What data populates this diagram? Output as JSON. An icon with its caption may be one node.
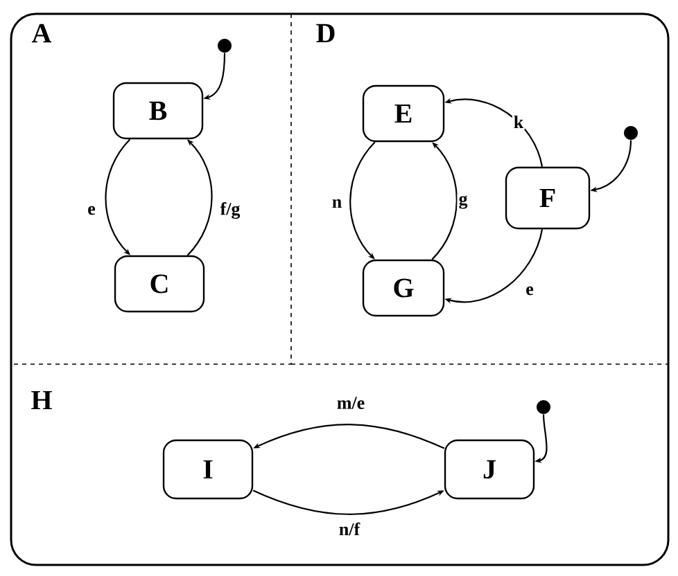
{
  "diagram": {
    "nodes": [
      {
        "text": [
          "A"
        ]
      },
      {
        "text": [],
        "shape": "circle",
        "in": 0
      },
      {
        "text": [
          "B"
        ],
        "in": 0
      },
      {
        "text": [
          "C"
        ],
        "in": 0
      },
      {
        "text": [
          "D"
        ]
      },
      {
        "text": [
          "E"
        ],
        "in": 4
      },
      {
        "text": [],
        "shape": "circle",
        "in": 4
      },
      {
        "text": [
          "F"
        ],
        "in": 4
      },
      {
        "text": [
          "G"
        ],
        "in": 4
      },
      {
        "text": [
          "H"
        ]
      },
      {
        "text": [],
        "shape": "circle",
        "in": 9
      },
      {
        "text": [
          "I"
        ],
        "in": 9
      },
      {
        "text": [
          "J"
        ],
        "in": 9
      }
    ],
    "edges": [
      {
        "from": 1,
        "to": 2,
        "arrow": "to"
      },
      {
        "from": 2,
        "to": 3,
        "label": "e",
        "arrow": "to"
      },
      {
        "from": 3,
        "to": 2,
        "label": "f/g",
        "arrow": "to"
      },
      {
        "from": 7,
        "to": 5,
        "label": "k",
        "arrow": "to"
      },
      {
        "from": 6,
        "to": 7,
        "arrow": "to"
      },
      {
        "from": 5,
        "to": 8,
        "label": "n",
        "arrow": "to"
      },
      {
        "from": 8,
        "to": 5,
        "label": "g",
        "arrow": "to"
      },
      {
        "from": 7,
        "to": 8,
        "label": "e",
        "arrow": "to"
      },
      {
        "from": 10,
        "to": 12,
        "arrow": "to"
      },
      {
        "from": 12,
        "to": 11,
        "label": "m/e",
        "arrow": "to"
      },
      {
        "from": 11,
        "to": 12,
        "label": "n/f",
        "arrow": "to"
      }
    ]
  }
}
